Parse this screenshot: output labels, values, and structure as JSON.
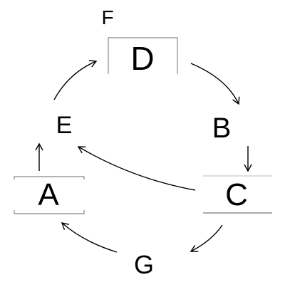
{
  "nodes": {
    "F": "F",
    "D": "D",
    "E": "E",
    "B": "B",
    "A": "A",
    "C": "C",
    "G": "G"
  },
  "edges": [
    {
      "from": "D",
      "to": "B"
    },
    {
      "from": "B",
      "to": "C"
    },
    {
      "from": "C",
      "to": "E"
    },
    {
      "from": "C",
      "to": "G"
    },
    {
      "from": "G",
      "to": "A"
    },
    {
      "from": "A",
      "to": "E"
    },
    {
      "from": "E",
      "to": "D"
    }
  ],
  "colors": {
    "stroke": "#000000",
    "box_stroke": "#888888",
    "background": "#ffffff"
  }
}
